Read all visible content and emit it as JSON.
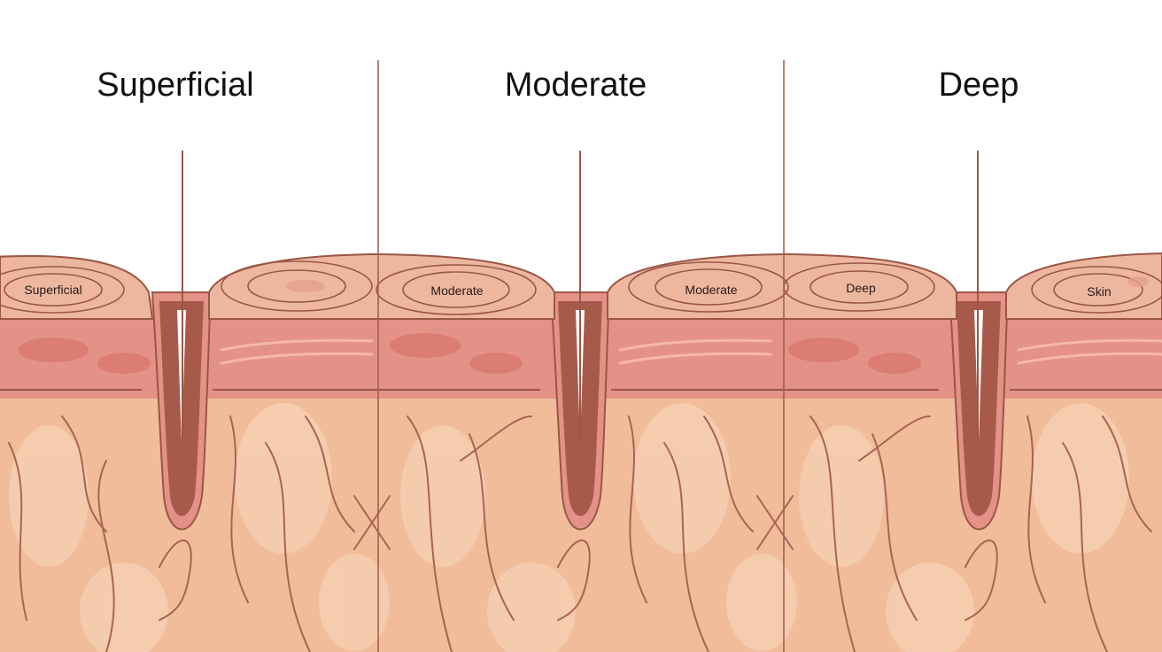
{
  "headings": {
    "superficial": "Superficial",
    "moderate": "Moderate",
    "deep": "Deep"
  },
  "layer_labels": {
    "one": "Superficial",
    "two": "Moderate",
    "three": "Moderate",
    "four": "Deep",
    "five": "Skin"
  },
  "colors": {
    "outline": "#9a5646",
    "epidermis": "#edb79f",
    "dermis": "#e49287",
    "subcutis": "#f0bc9a",
    "wrinkle_fill": "#a85a4a",
    "divider": "#a0604f"
  }
}
